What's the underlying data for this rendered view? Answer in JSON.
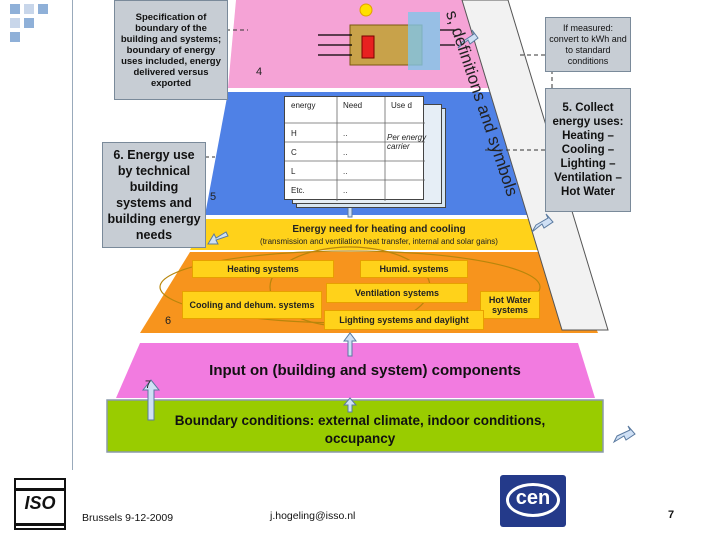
{
  "boxes": {
    "spec": "Specification of boundary of the building and systems; boundary of energy uses included, energy delivered versus exported",
    "measured": "If measured: convert to kWh and to standard conditions",
    "collect": "5. Collect energy uses: Heating – Cooling – Lighting – Ventilation – Hot Water",
    "energy_use": "6. Energy use by technical building systems and building energy needs"
  },
  "diag_banner": "s, definitions and symbols",
  "levels": {
    "l4": "4",
    "l5": "5",
    "l6": "6",
    "l7": "7"
  },
  "table": {
    "h_energy": "energy",
    "h_need": "Need",
    "h_used": "Use d",
    "r1": "H",
    "r2": "C",
    "r3": "L",
    "r4": "Etc.",
    "dots": "..",
    "note": "Per energy carrier"
  },
  "need": {
    "title": "Energy need for heating and cooling",
    "sub": "(transmission and ventilation heat transfer, internal and solar gains)"
  },
  "systems": {
    "heating": "Heating systems",
    "humid": "Humid. systems",
    "vent": "Ventilation systems",
    "cooling": "Cooling and dehum. systems",
    "hotwater": "Hot Water systems",
    "lighting": "Lighting systems and daylight"
  },
  "input": "Input on (building and system) components",
  "boundary": "Boundary conditions: external climate, indoor conditions, occupancy",
  "footer": {
    "iso": "ISO",
    "place": "Brussels 9-12-2009",
    "email": "j.hogeling@isso.nl",
    "cen": "cen",
    "page": "7"
  },
  "colors": {
    "pink": "#f5a3d6",
    "blue": "#4f81e6",
    "yellow": "#ffd21a",
    "orange": "#f7941d",
    "magenta": "#f27be0",
    "green": "#99cc00",
    "gray": "#c7cdd4"
  }
}
